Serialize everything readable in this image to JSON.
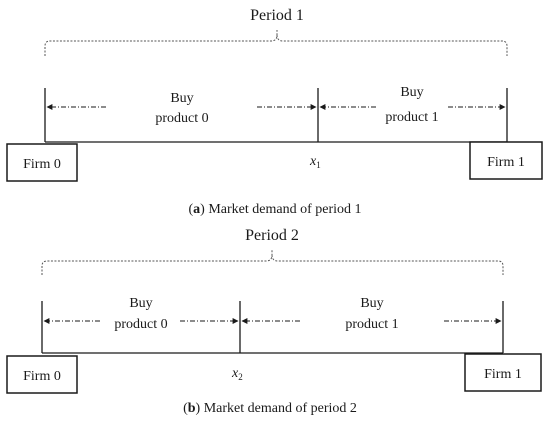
{
  "panels": [
    {
      "period_title": "Period 1",
      "left_label_line1": "Buy",
      "left_label_line2": "product 0",
      "right_label_line1": "Buy",
      "right_label_line2": "product 1",
      "marker_var": "x",
      "marker_sub": "1",
      "firm_left": "Firm 0",
      "firm_right": "Firm 1",
      "caption_letter": "a",
      "caption_text": " Market demand of period 1"
    },
    {
      "period_title": "Period 2",
      "left_label_line1": "Buy",
      "left_label_line2": "product 0",
      "right_label_line1": "Buy",
      "right_label_line2": "product 1",
      "marker_var": "x",
      "marker_sub": "2",
      "firm_left": "Firm 0",
      "firm_right": "Firm 1",
      "caption_letter": "b",
      "caption_text": " Market demand of period 2"
    }
  ]
}
